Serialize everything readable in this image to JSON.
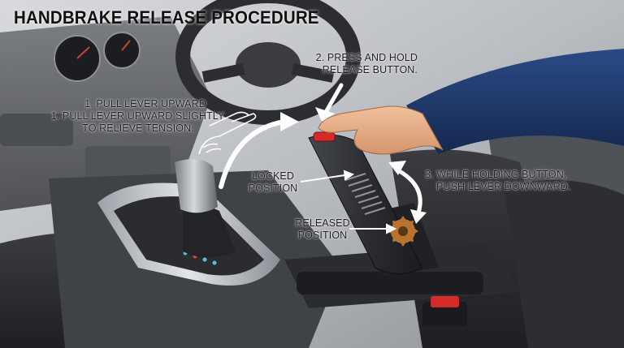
{
  "title": "HANDBRAKE RELEASE PROCEDURE",
  "steps": {
    "step1_heading": "1. PULL LEVER UPWARD",
    "step1_line1": "1. PULL LEVER UPWARD SLIGHTLY",
    "step1_line2": "TO RELIEVE TENSION.",
    "step2_line1": "2. PRESS AND HOLD",
    "step2_line2": "RELEASE BUTTON.",
    "step3_line1": "3. WHILE HOLDING BUTTON,",
    "step3_line2": "PUSH LEVER DOWNWARD."
  },
  "positions": {
    "locked_line1": "LOCKED",
    "locked_line2": "POSITION",
    "released_line1": "RELEASED",
    "released_line2": "POSITION"
  },
  "colors": {
    "release_button": "#d42a2a",
    "lever": "#2b2d31",
    "sleeve": "#1d3a6e",
    "skin": "#e8b08a",
    "background": "#c9ccd1"
  },
  "icons": [
    "hand-pull-icon",
    "curved-arrow-icon",
    "down-arrow-icon",
    "double-arrow-icon",
    "ratchet-gear-icon",
    "pointer-arrow-icon"
  ]
}
